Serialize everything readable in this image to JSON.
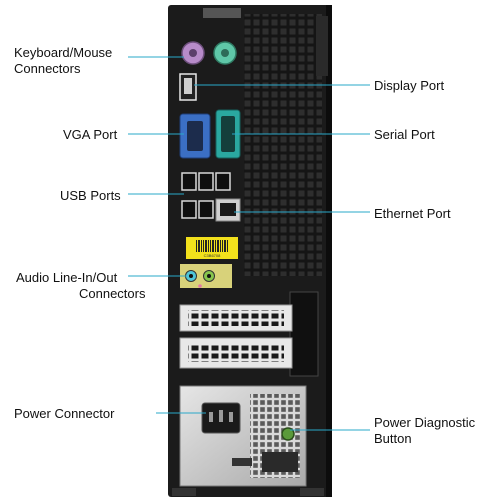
{
  "labels": {
    "keyboard_mouse": [
      "Keyboard/Mouse",
      "Connectors"
    ],
    "vga": "VGA Port",
    "usb": "USB Ports",
    "audio": [
      "Audio Line-In/Out",
      "Connectors"
    ],
    "power_connector": "Power Connector",
    "display_port": "Display Port",
    "serial_port": "Serial Port",
    "ethernet_port": "Ethernet Port",
    "power_diagnostic": [
      "Power Diagnostic",
      "Button"
    ]
  },
  "colors": {
    "leader_line": "#2aa8c9",
    "chassis": "#1b1b1b",
    "ps2_keyboard": "#b78bc9",
    "ps2_mouse": "#5fc7a8",
    "vga": "#3b6fc4",
    "serial": "#2aa8a0",
    "yellow_label": "#f3e11c",
    "audio_panel": "#d8d27a",
    "audio_in": "#4fc5d8",
    "audio_out": "#86c44d",
    "audio_mic": "#e47aa6",
    "psu_silver": "#c9c9c9"
  },
  "sticker": {
    "barcode_text": "C3B6708"
  }
}
